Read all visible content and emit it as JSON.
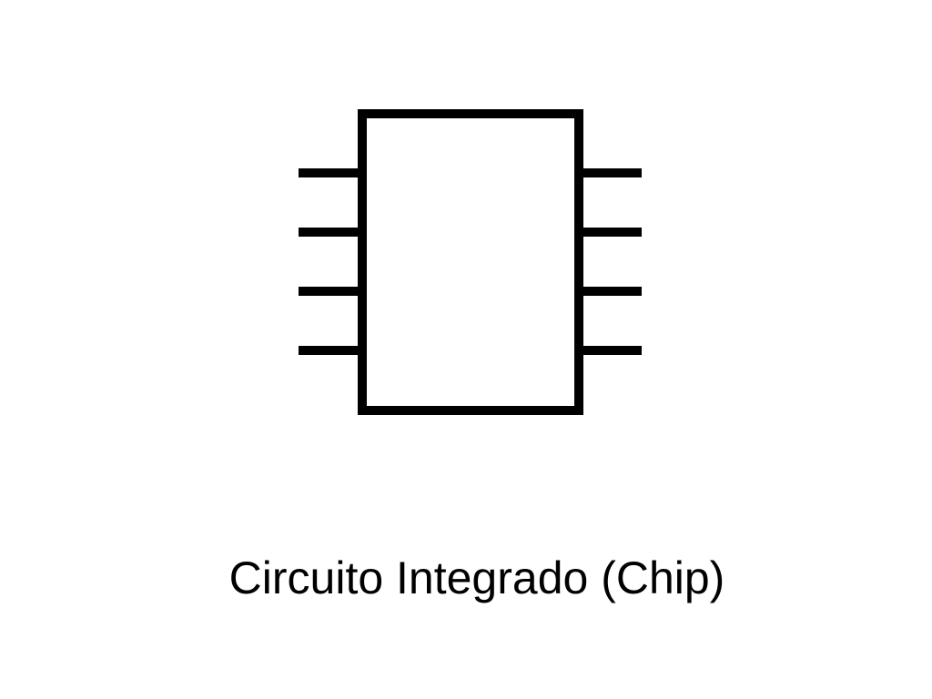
{
  "caption": "Circuito Integrado (Chip)",
  "colors": {
    "background": "#ffffff",
    "stroke": "#000000",
    "text": "#000000"
  },
  "diagram": {
    "symbol": "integrated-circuit-8-pin",
    "pins_per_side": 4,
    "sides": [
      "left",
      "right"
    ]
  }
}
